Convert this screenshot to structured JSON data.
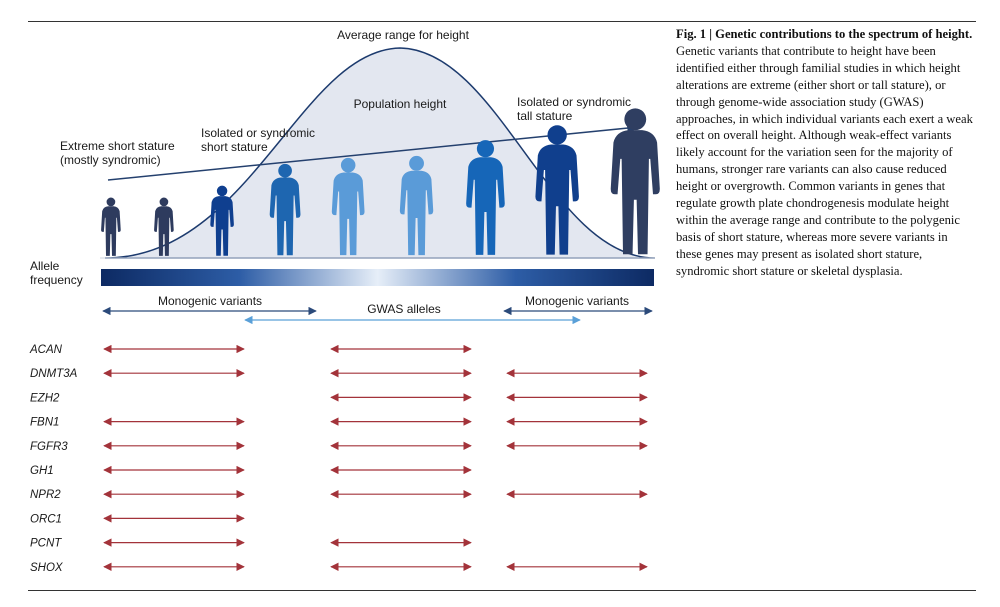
{
  "figure": {
    "label_average": "Average range for height",
    "label_population": "Population height",
    "label_extreme_short": "Extreme short stature",
    "label_extreme_short_sub": "(mostly syndromic)",
    "label_isolated_short": "Isolated or syndromic",
    "label_isolated_short_sub": "short stature",
    "label_isolated_tall": "Isolated or syndromic",
    "label_isolated_tall_sub": "tall stature",
    "allele_label": "Allele",
    "allele_label_sub": "frequency",
    "band_left": "Monogenic variants",
    "band_mid": "GWAS alleles",
    "band_right": "Monogenic variants",
    "people_colors": [
      "#2e3b5e",
      "#2e3b5e",
      "#0f3f8f",
      "#1e66b0",
      "#5a9bd8",
      "#5a9bd8",
      "#1666b8",
      "#103f8d",
      "#2f3e61"
    ],
    "genes": [
      {
        "name": "ACAN",
        "arrows": [
          true,
          true,
          false
        ]
      },
      {
        "name": "DNMT3A",
        "arrows": [
          true,
          true,
          true
        ]
      },
      {
        "name": "EZH2",
        "arrows": [
          false,
          true,
          true
        ]
      },
      {
        "name": "FBN1",
        "arrows": [
          true,
          true,
          true
        ]
      },
      {
        "name": "FGFR3",
        "arrows": [
          true,
          true,
          true
        ]
      },
      {
        "name": "GH1",
        "arrows": [
          true,
          true,
          false
        ]
      },
      {
        "name": "NPR2",
        "arrows": [
          true,
          true,
          true
        ]
      },
      {
        "name": "ORC1",
        "arrows": [
          true,
          false,
          false
        ]
      },
      {
        "name": "PCNT",
        "arrows": [
          true,
          true,
          false
        ]
      },
      {
        "name": "SHOX",
        "arrows": [
          true,
          true,
          true
        ]
      }
    ],
    "arrow_color": "#a3333a"
  },
  "caption": {
    "fig_label": "Fig. 1 | ",
    "title": "Genetic contributions to the spectrum of height.",
    "body": " Genetic variants that contribute to height have been identified either through familial studies in which height alterations are extreme (either short or tall stature), or through genome-wide association study (GWAS) approaches, in which individual variants each exert a weak effect on overall height. Although weak-effect variants likely account for the variation seen for the majority of humans, stronger rare variants can also cause reduced height or overgrowth. Common variants in genes that regulate growth plate chondrogenesis modulate height within the average range and contribute to the polygenic basis of short stature, whereas more severe variants in these genes may present as isolated short stature, syndromic short stature or skeletal dysplasia."
  }
}
